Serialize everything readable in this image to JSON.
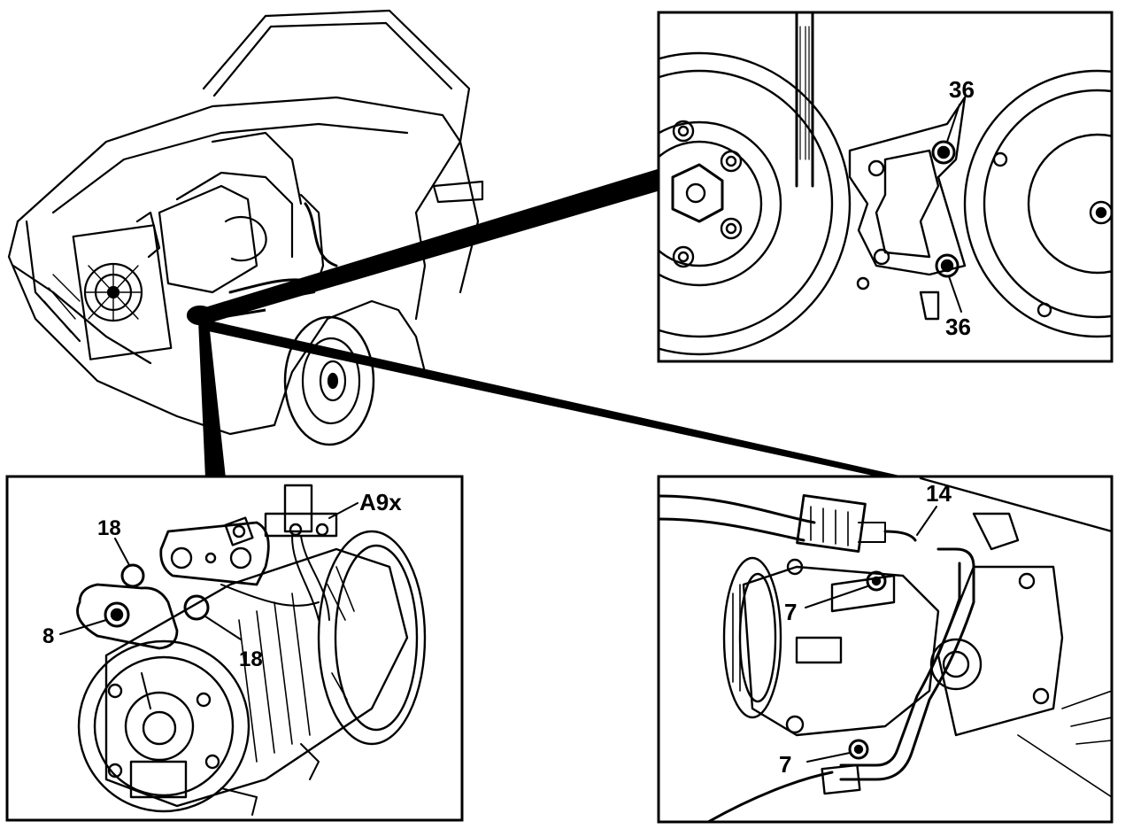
{
  "diagram": {
    "overview": {
      "subject": "vehicle-front-engine-bay"
    },
    "detail_panels": [
      {
        "id": "top-right",
        "subject": "compressor-bracket-mount",
        "labels": [
          "36",
          "36"
        ]
      },
      {
        "id": "bottom-left",
        "subject": "compressor-with-connections",
        "labels": [
          "A9x",
          "18",
          "18",
          "8"
        ]
      },
      {
        "id": "bottom-right",
        "subject": "compressor-installed",
        "labels": [
          "14",
          "7",
          "7"
        ]
      }
    ]
  },
  "labels": {
    "tr_bolt_upper": "36",
    "tr_bolt_lower": "36",
    "bl_connector": "A9x",
    "bl_seal_upper": "18",
    "bl_seal_lower": "18",
    "bl_nut": "8",
    "br_line": "14",
    "br_bolt_upper": "7",
    "br_bolt_lower": "7"
  },
  "colors": {
    "ink": "#000000",
    "paper": "#ffffff"
  }
}
